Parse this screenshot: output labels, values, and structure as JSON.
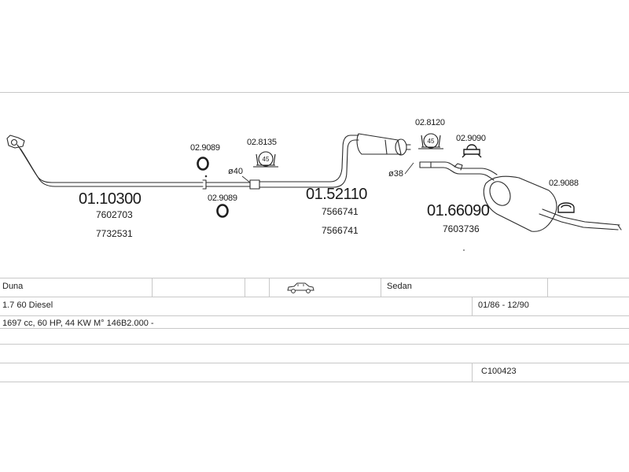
{
  "diagram": {
    "part_front_pipe": {
      "number": "01.10300",
      "refs": [
        "7602703",
        "7732531"
      ]
    },
    "part_middle_silencer": {
      "number": "01.52110",
      "refs": [
        "7566741",
        "7566741"
      ]
    },
    "part_rear_silencer": {
      "number": "01.66090",
      "refs": [
        "7603736"
      ]
    },
    "accessories": {
      "ring_upper": "02.9089",
      "ring_lower": "02.9089",
      "clamp_front": "02.8135",
      "clamp_middle": "02.8120",
      "hanger_middle": "02.9090",
      "hanger_rear": "02.9088"
    },
    "diameters": {
      "front": "ø40",
      "middle": "ø38"
    },
    "clamp_sizes": {
      "front": "45",
      "middle": "45"
    }
  },
  "vehicle_table": {
    "model": "Duna",
    "body_icon": "car-sedan-icon",
    "body_type": "Sedan",
    "engine": "1.7 60 Diesel",
    "years": "01/86 - 12/90",
    "spec": "1697 cc, 60 HP, 44 KW M° 146B2.000 -",
    "code": "C100423"
  }
}
